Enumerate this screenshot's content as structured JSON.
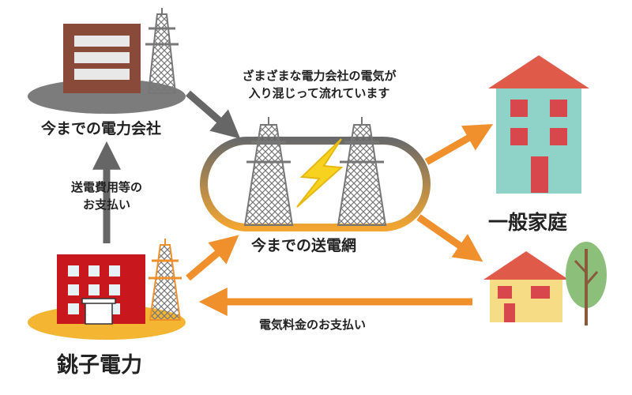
{
  "nodes": {
    "old_company": {
      "label": "今までの電力会社"
    },
    "old_grid": {
      "label": "今までの送電網"
    },
    "choshi": {
      "label": "銚子電力"
    },
    "households": {
      "label": "一般家庭"
    }
  },
  "annotations": {
    "grid_note_line1": "ざまざまな電力会社の電気が",
    "grid_note_line2": "入り混じって流れています",
    "fee_line1": "送電費用等の",
    "fee_line2": "お支払い",
    "bill_payment": "電気料金のお支払い"
  },
  "colors": {
    "arrow_orange": "#f0902c",
    "arrow_gray": "#666666",
    "old_building": "#8a4a3a",
    "choshi_building": "#c8171d",
    "lightning": "#f7d21e",
    "house_green": "#8fd3c8",
    "house_yellow": "#f6dc84",
    "roof_red": "#e05a4a"
  }
}
